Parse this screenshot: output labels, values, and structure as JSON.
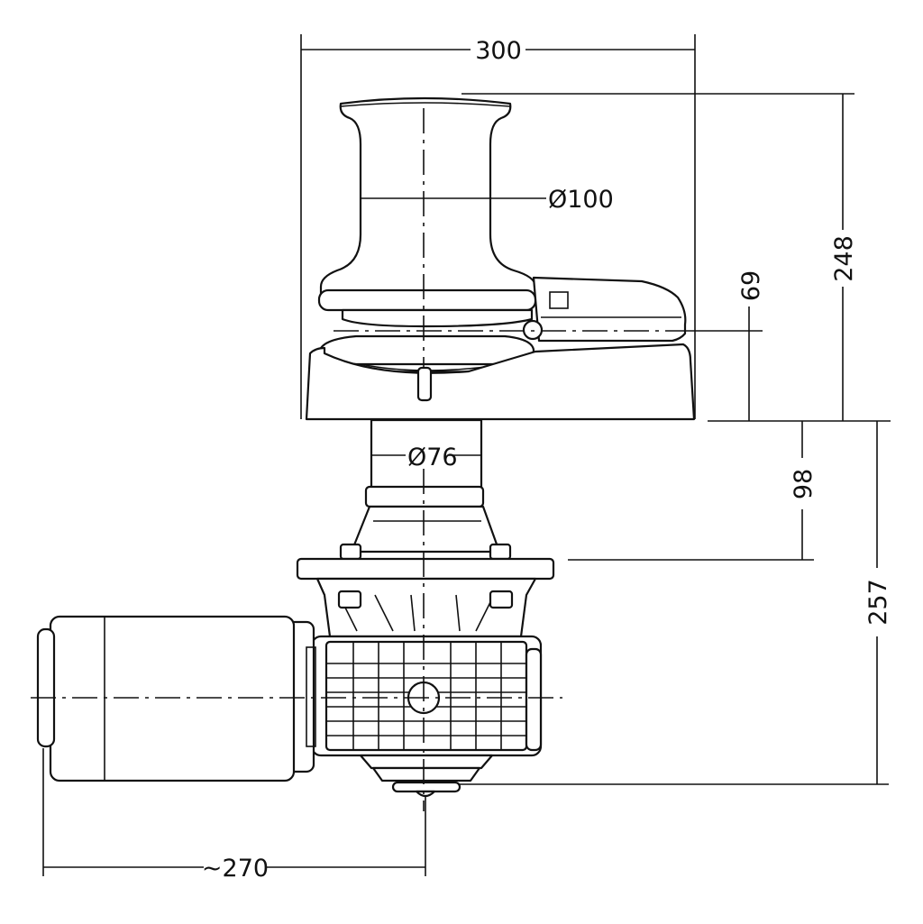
{
  "dimensions": {
    "overall_width": "300",
    "overall_height": "248",
    "capstan_diameter": "Ø100",
    "shaft_diameter": "Ø76",
    "chain_line_height": "69",
    "deck_to_flange": "98",
    "below_deck_depth": "257",
    "motor_length": "~270"
  },
  "colors": {
    "line": "#111111",
    "background": "#ffffff"
  }
}
